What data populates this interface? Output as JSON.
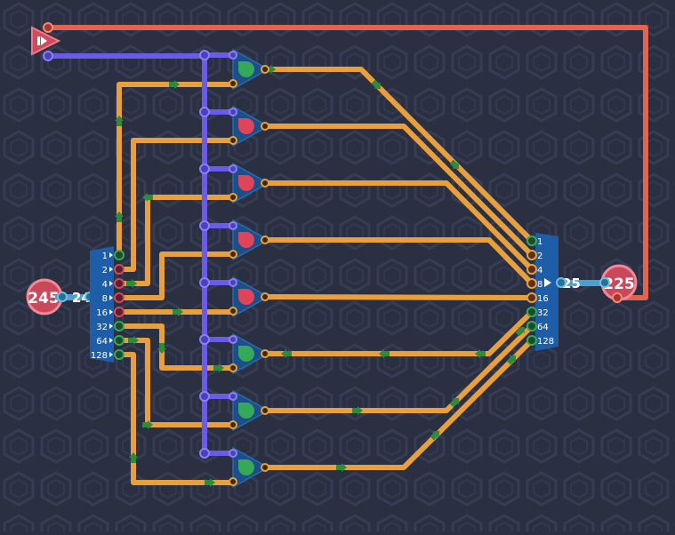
{
  "colors": {
    "background": "#2b2f42",
    "hex_pattern": "#343a50",
    "control_wire": "#e06452",
    "enable_wire": "#6a5ce8",
    "data_wire": "#e8a03e",
    "io_wire": "#4aa0d0",
    "gate_body": "#1c4f8a",
    "bit_on": "#36a85a",
    "bit_off": "#e04458",
    "pin_ring": "#e8a03e",
    "io_node": "#d04a5e",
    "splitter": "#1e5ea8",
    "text": "#ffffff"
  },
  "input": {
    "value": "245",
    "value_short": "24"
  },
  "splitter": {
    "bits": [
      "1",
      "2",
      "4",
      "8",
      "16",
      "32",
      "64",
      "128"
    ]
  },
  "gates": {
    "states": [
      "on",
      "off",
      "off",
      "off",
      "off",
      "on",
      "on",
      "on"
    ]
  },
  "combiner": {
    "bits": [
      "1",
      "2",
      "4",
      "8",
      "16",
      "32",
      "64",
      "128"
    ],
    "value_short": "25"
  },
  "output": {
    "value": "225"
  },
  "icons": {
    "trigger": "play-arrow-icon"
  }
}
